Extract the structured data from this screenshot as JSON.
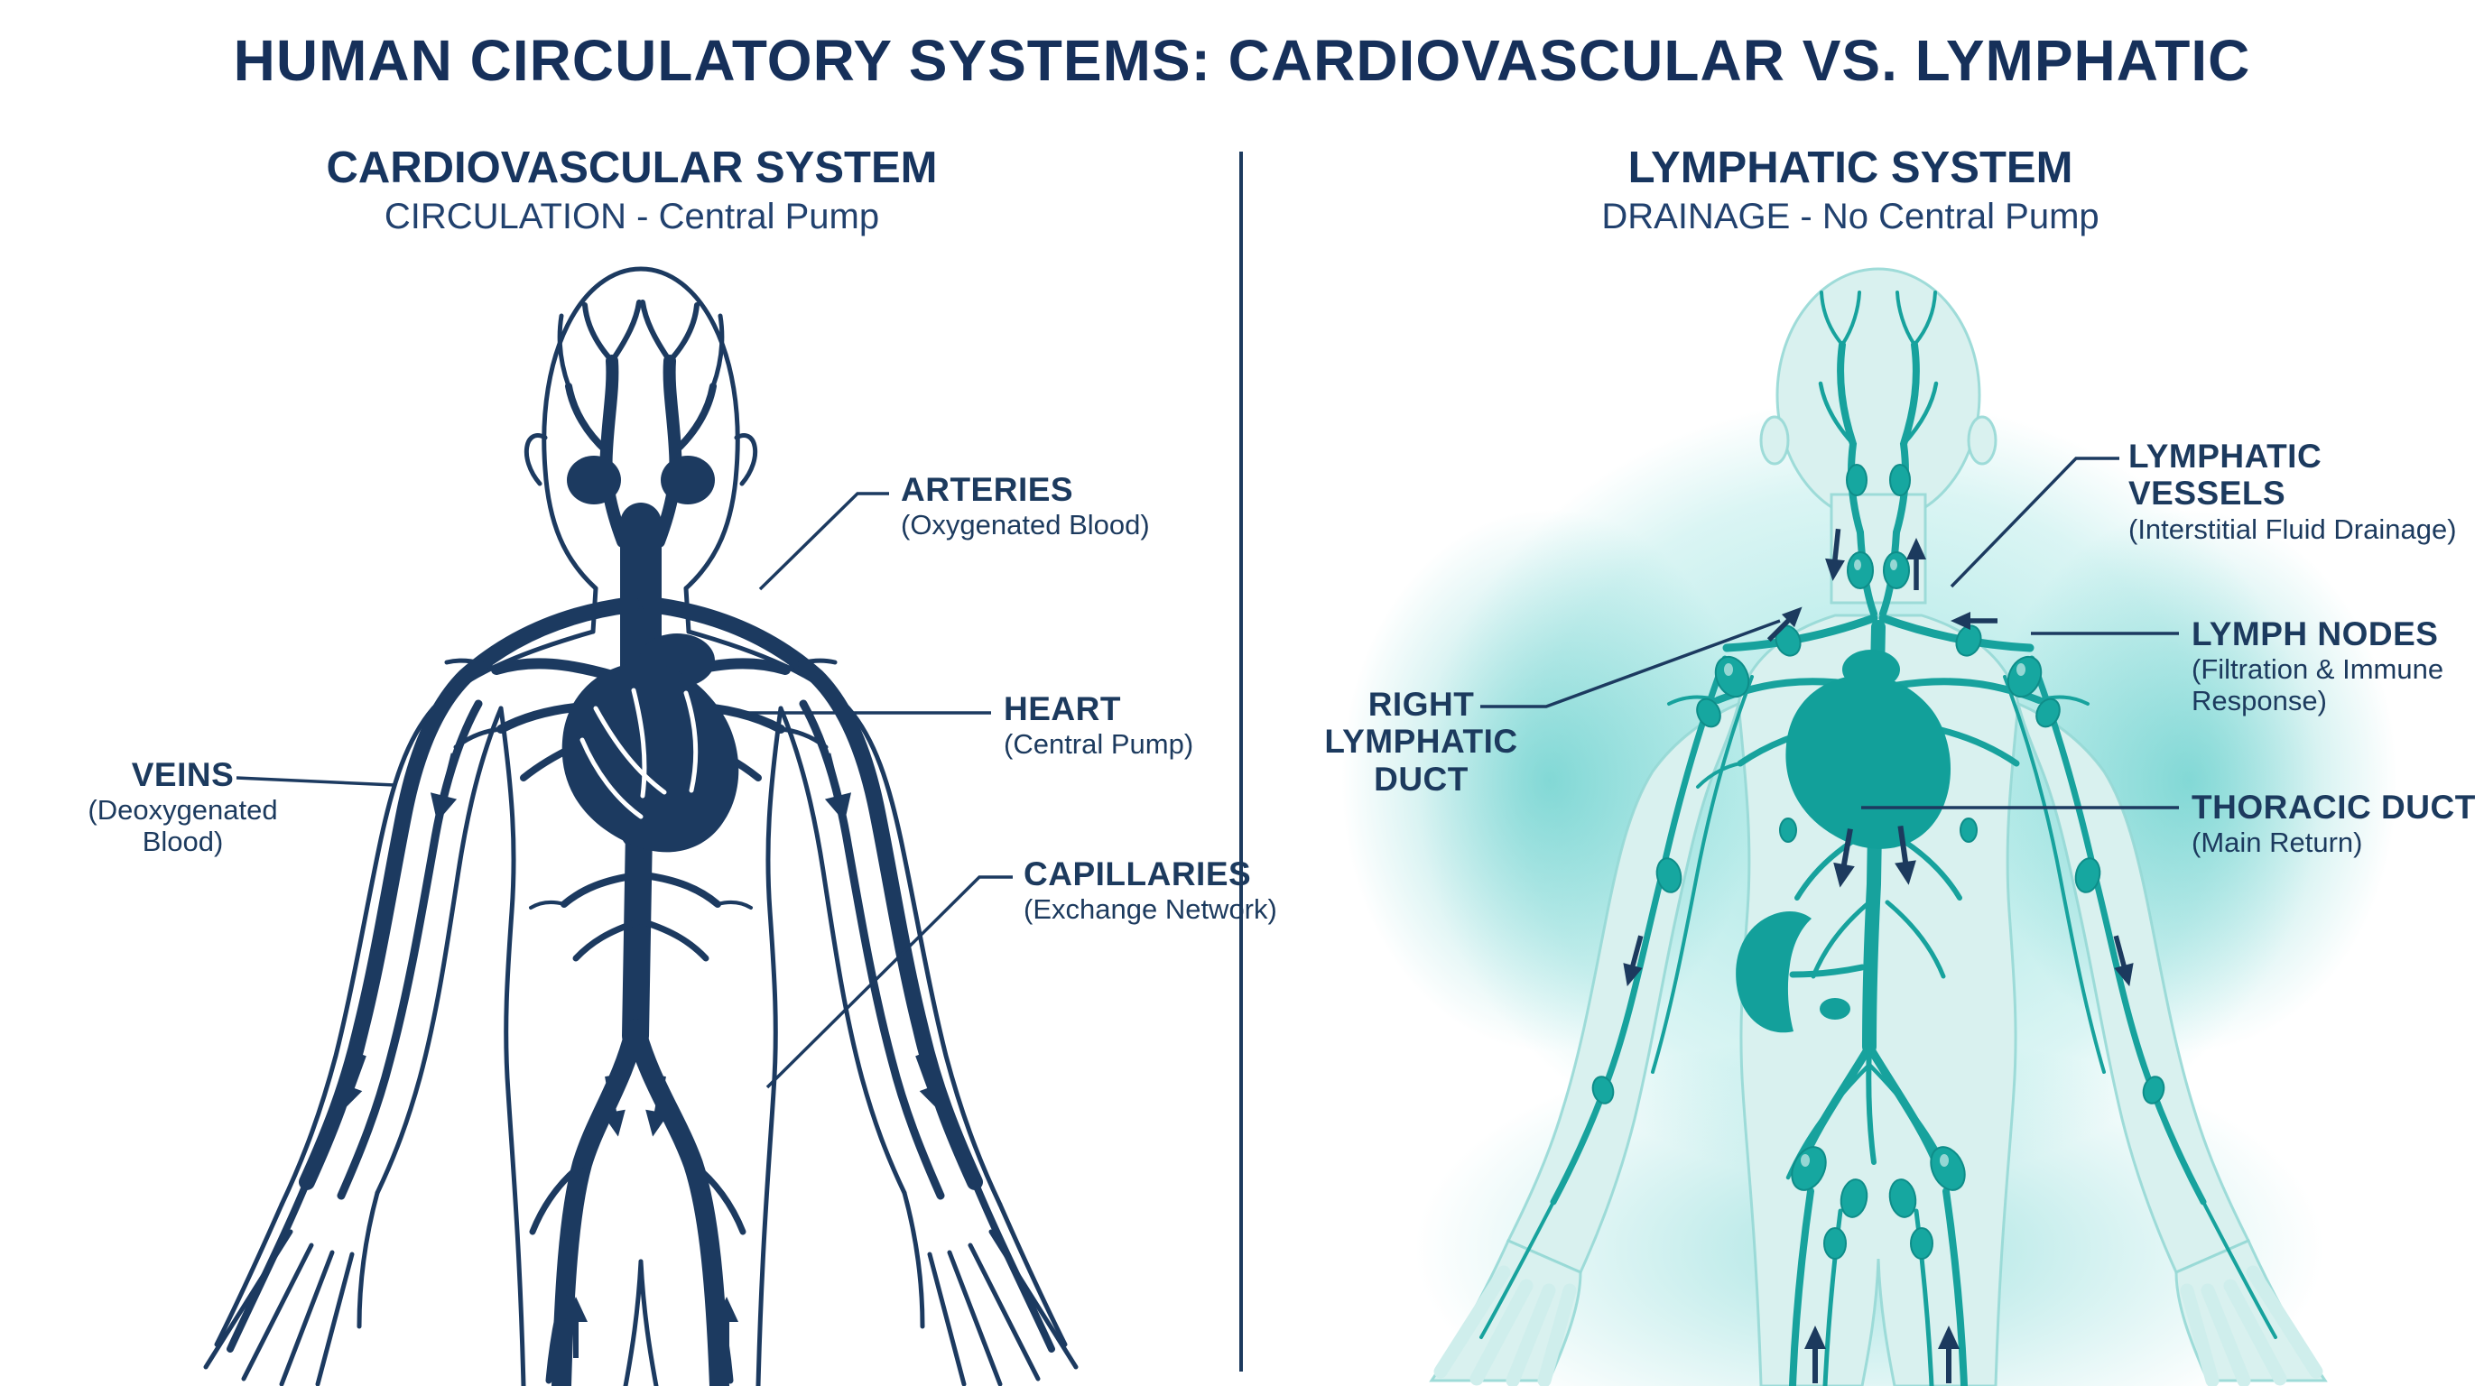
{
  "title": "HUMAN CIRCULATORY SYSTEMS: CARDIOVASCULAR VS. LYMPHATIC",
  "colors": {
    "navy_text": "#16305a",
    "navy_vessels": "#1c3a60",
    "teal_vessels": "#17a29d",
    "teal_heart": "#12a09a",
    "body_fill": "#d9f1ef",
    "glow": "#96e2df"
  },
  "left": {
    "heading": "CARDIOVASCULAR SYSTEM",
    "subheading": "CIRCULATION - Central Pump",
    "labels": {
      "arteries": {
        "name": "ARTERIES",
        "detail": "(Oxygenated Blood)"
      },
      "heart": {
        "name": "HEART",
        "detail": "(Central Pump)"
      },
      "capillaries": {
        "name": "CAPILLARIES",
        "detail": "(Exchange Network)"
      },
      "veins": {
        "name": "VEINS",
        "detail": "(Deoxygenated Blood)"
      }
    }
  },
  "right": {
    "heading": "LYMPHATIC SYSTEM",
    "subheading": "DRAINAGE - No Central Pump",
    "labels": {
      "lymphatic_vessels": {
        "name": "LYMPHATIC VESSELS",
        "detail": "(Interstitial Fluid Drainage)"
      },
      "lymph_nodes": {
        "name": "LYMPH NODES",
        "detail": "(Filtration & Immune Response)"
      },
      "right_lymphatic_duct": {
        "name": "RIGHT LYMPHATIC DUCT",
        "detail": ""
      },
      "thoracic_duct": {
        "name": "THORACIC DUCT",
        "detail": "(Main Return)"
      }
    }
  }
}
